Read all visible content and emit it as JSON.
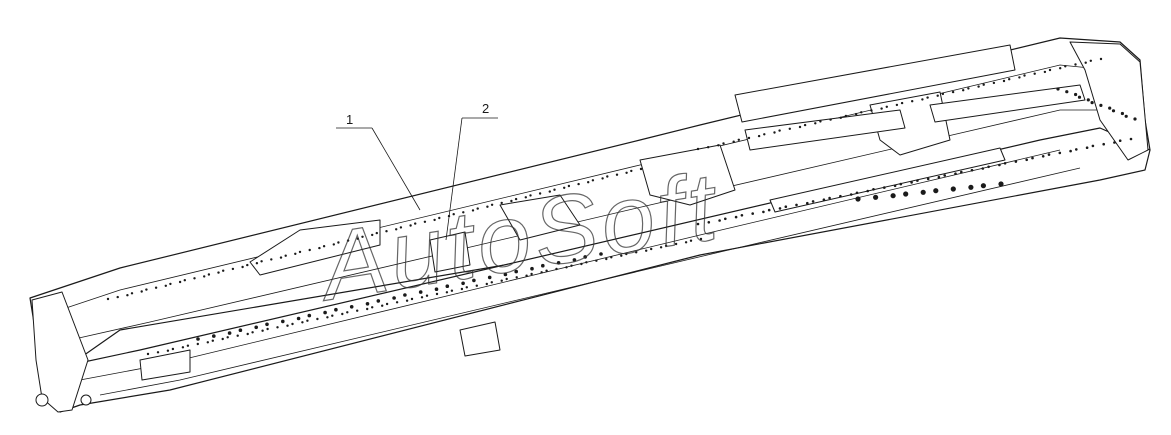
{
  "callouts": [
    {
      "id": "1",
      "label": "1"
    },
    {
      "id": "2",
      "label": "2"
    }
  ],
  "watermark": {
    "text": "AutoSoft"
  },
  "colors": {
    "line": "#1a1a1a",
    "background": "#ffffff"
  }
}
